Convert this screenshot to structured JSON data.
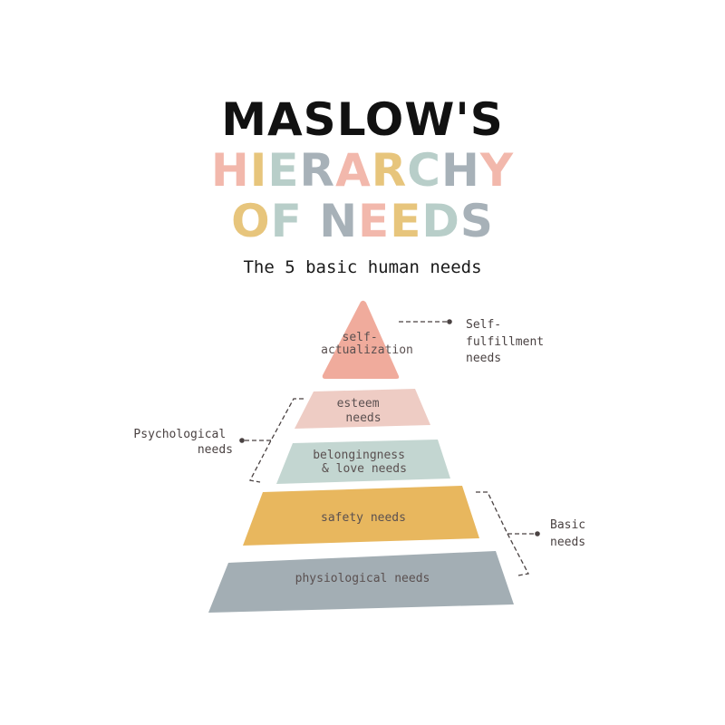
{
  "title": {
    "line1": "MASLOW'S",
    "line2": "HIERARCHY",
    "line3": "OF NEEDS"
  },
  "letter_colors": [
    "#f2b8ac",
    "#e7c57c",
    "#b8cec9",
    "#a7b1b8"
  ],
  "subtitle": "The 5 basic human needs",
  "levels": [
    {
      "lines": [
        "self-",
        "actualization"
      ],
      "color": "#f0ab9c"
    },
    {
      "lines": [
        "esteem",
        "needs"
      ],
      "color": "#eeccc4"
    },
    {
      "lines": [
        "belongingness",
        "& love needs"
      ],
      "color": "#c3d6d1"
    },
    {
      "lines": [
        "safety needs"
      ],
      "color": "#e8b75e"
    },
    {
      "lines": [
        "physiological needs"
      ],
      "color": "#a3aeb4"
    }
  ],
  "groups": {
    "self_fulfillment": {
      "lines": [
        "Self-",
        "fulfillment",
        "needs"
      ]
    },
    "psychological": {
      "lines": [
        "Psychological",
        "needs"
      ]
    },
    "basic": {
      "lines": [
        "Basic",
        "needs"
      ]
    }
  }
}
